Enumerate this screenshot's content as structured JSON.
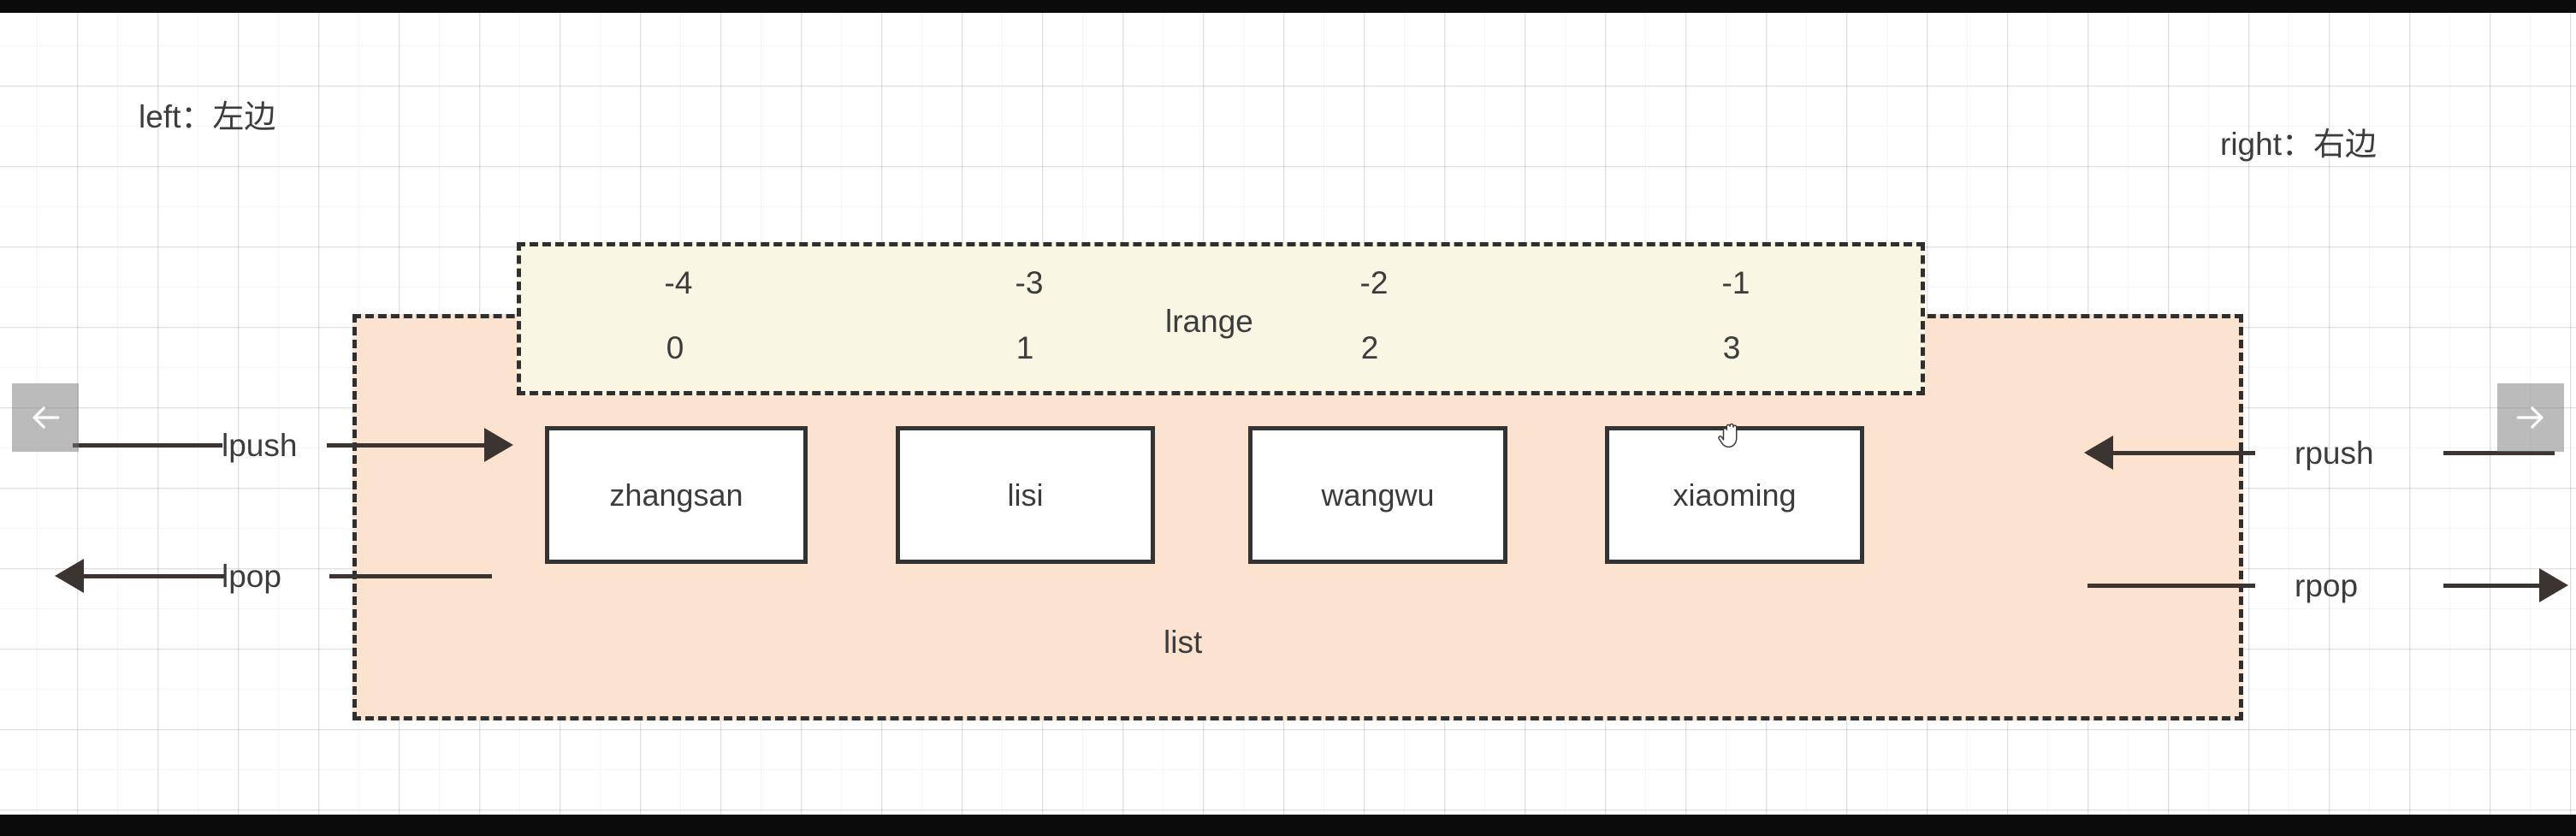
{
  "captions": {
    "left": "left：左边",
    "right": "right：右边"
  },
  "lrange": {
    "label": "lrange",
    "negative_indexes": [
      "-4",
      "-3",
      "-2",
      "-1"
    ],
    "positive_indexes": [
      "0",
      "1",
      "2",
      "3"
    ],
    "background_color": "#f9f7e3",
    "border_color": "#2f2f2f"
  },
  "list": {
    "label": "list",
    "background_color": "#fbe3cf",
    "border_color": "#2f2f2f",
    "items": [
      {
        "value": "zhangsan"
      },
      {
        "value": "lisi"
      },
      {
        "value": "wangwu"
      },
      {
        "value": "xiaoming"
      }
    ]
  },
  "operations": {
    "lpush": "lpush",
    "lpop": "lpop",
    "rpush": "rpush",
    "rpop": "rpop"
  },
  "nav": {
    "prev_icon": "arrow-left-icon",
    "next_icon": "arrow-right-icon"
  },
  "cursor": {
    "icon": "open-hand-cursor"
  }
}
